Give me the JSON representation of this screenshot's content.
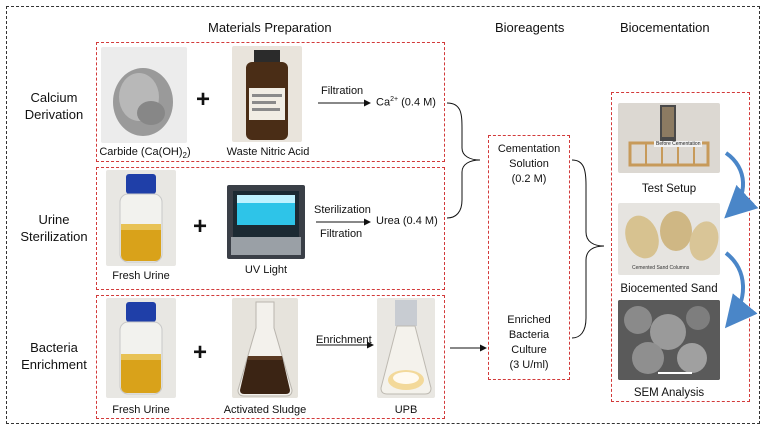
{
  "headers": {
    "materials": "Materials Preparation",
    "bioreagents": "Bioreagents",
    "biocementation": "Biocementation"
  },
  "rows": {
    "calcium": {
      "label_line1": "Calcium",
      "label_line2": "Derivation"
    },
    "urine": {
      "label_line1": "Urine",
      "label_line2": "Sterilization"
    },
    "bacteria": {
      "label_line1": "Bacteria",
      "label_line2": "Enrichment"
    }
  },
  "calcium": {
    "item1_caption": "Carbide (Ca(OH)",
    "item1_sub": "2",
    "item1_close": ")",
    "item2_caption": "Waste Nitric Acid",
    "step": "Filtration",
    "product_prefix": "Ca",
    "product_sup": "2+",
    "product_suffix": " (0.4 M)"
  },
  "urine": {
    "item1_caption": "Fresh Urine",
    "item2_caption": "UV Light",
    "step1": "Sterilization",
    "step2": "Filtration",
    "product": "Urea (0.4 M)"
  },
  "bacteria": {
    "item1_caption": "Fresh Urine",
    "item2_caption": "Activated Sludge",
    "step": "Enrichment",
    "item3_caption": "UPB"
  },
  "plus": "+",
  "reagents": {
    "cementation_l1": "Cementation",
    "cementation_l2": "Solution",
    "cementation_l3": "(0.2 M)",
    "bacteria_l1": "Enriched",
    "bacteria_l2": "Bacteria",
    "bacteria_l3": "Culture",
    "bacteria_l4": "(3 U/ml)"
  },
  "biocementation": {
    "step1": "Test Setup",
    "step2": "Biocemented Sand",
    "step3": "SEM Analysis",
    "photo1_text": "Before Cementation",
    "photo2_text": "Cemented Sand Columns"
  },
  "colors": {
    "dash_red": "#d23a3a",
    "arrow_blue": "#4a86c8",
    "urine_yellow": "#d9a21a",
    "cap_blue": "#1f3fa8"
  }
}
